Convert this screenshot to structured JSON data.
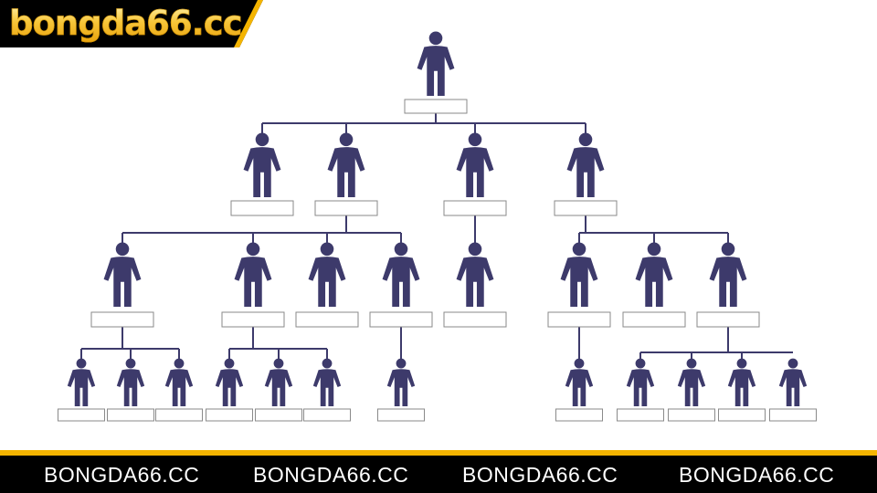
{
  "brand": {
    "logo_text": "bongda66.cc",
    "accent_color": "#f4b400"
  },
  "diagram": {
    "node_color": "#3d3a6b",
    "line_color": "#3d3a6b",
    "box_border_color": "#8a8a8a"
  },
  "footer": {
    "items": [
      "BONGDA66.CC",
      "BONGDA66.CC",
      "BONGDA66.CC",
      "BONGDA66.CC"
    ]
  }
}
